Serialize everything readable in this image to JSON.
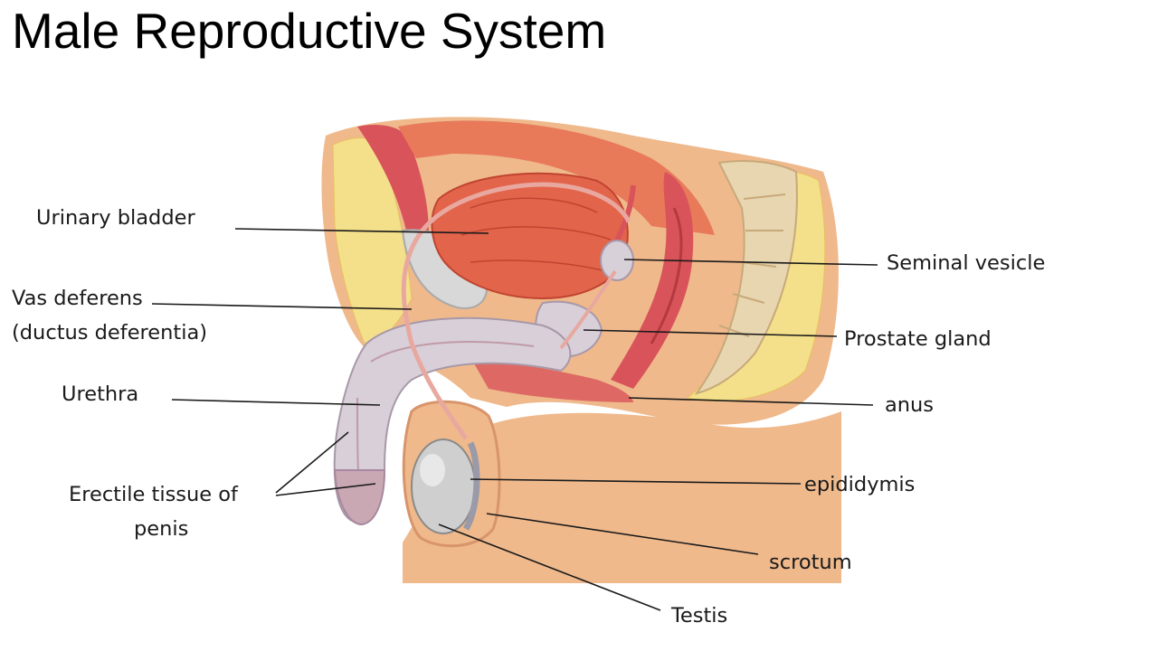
{
  "title": "Male Reproductive System",
  "labels": {
    "urinary_bladder": "Urinary bladder",
    "vas_deferens_line1": "Vas deferens",
    "vas_deferens_line2": "(ductus deferentia)",
    "urethra": "Urethra",
    "erectile_line1": "Erectile tissue of",
    "erectile_line2": "penis",
    "seminal_vesicle": "Seminal vesicle",
    "prostate_gland": "Prostate gland",
    "anus": "anus",
    "epididymis": "epididymis",
    "scrotum": "scrotum",
    "testis": "Testis"
  },
  "colors": {
    "skin": "#efb98c",
    "skin_dark": "#d8946a",
    "fat": "#f4e08a",
    "muscle": "#d9545a",
    "bladder": "#e2644a",
    "tissue": "#d8cfd8",
    "testis": "#cfcfcf",
    "leader_line": "#1a1a1a"
  }
}
